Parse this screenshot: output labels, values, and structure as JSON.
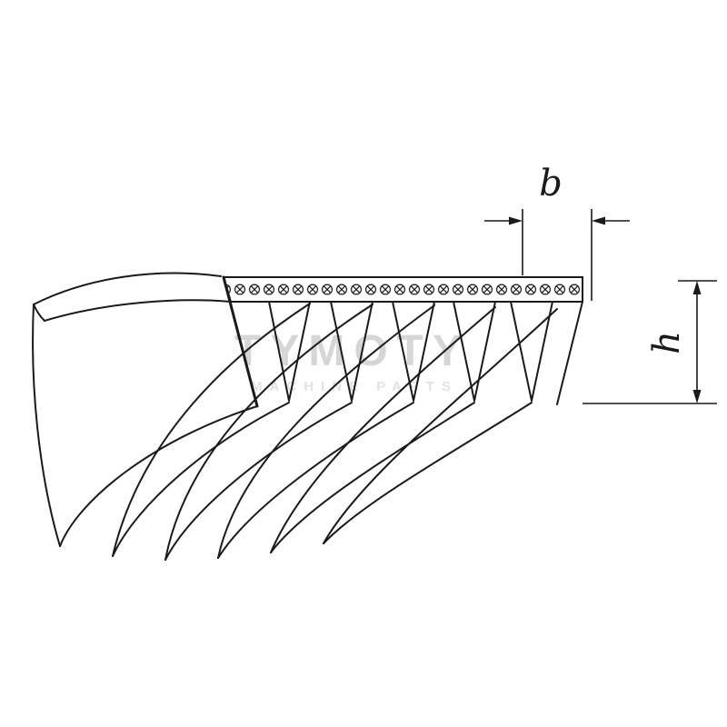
{
  "dimensions": {
    "width_label": "b",
    "height_label": "h"
  },
  "watermark": {
    "title": "TYMOTY",
    "subtitle": "MACHINE PARTS"
  },
  "colors": {
    "line": "#1a1a1a",
    "background": "#ffffff",
    "watermark_title": "#d6d6d6",
    "watermark_subtitle": "#e2e2e2"
  }
}
